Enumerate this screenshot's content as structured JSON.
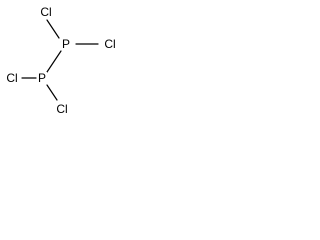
{
  "molecule": {
    "atoms": [
      {
        "id": "cl1",
        "element": "Cl"
      },
      {
        "id": "p1",
        "element": "P"
      },
      {
        "id": "cl2",
        "element": "Cl"
      },
      {
        "id": "cl3",
        "element": "Cl"
      },
      {
        "id": "p2",
        "element": "P"
      },
      {
        "id": "cl4",
        "element": "Cl"
      }
    ],
    "bonds": [
      {
        "from": "cl1",
        "to": "p1"
      },
      {
        "from": "p1",
        "to": "cl2"
      },
      {
        "from": "p1",
        "to": "p2"
      },
      {
        "from": "cl3",
        "to": "p2"
      },
      {
        "from": "p2",
        "to": "cl4"
      }
    ]
  }
}
